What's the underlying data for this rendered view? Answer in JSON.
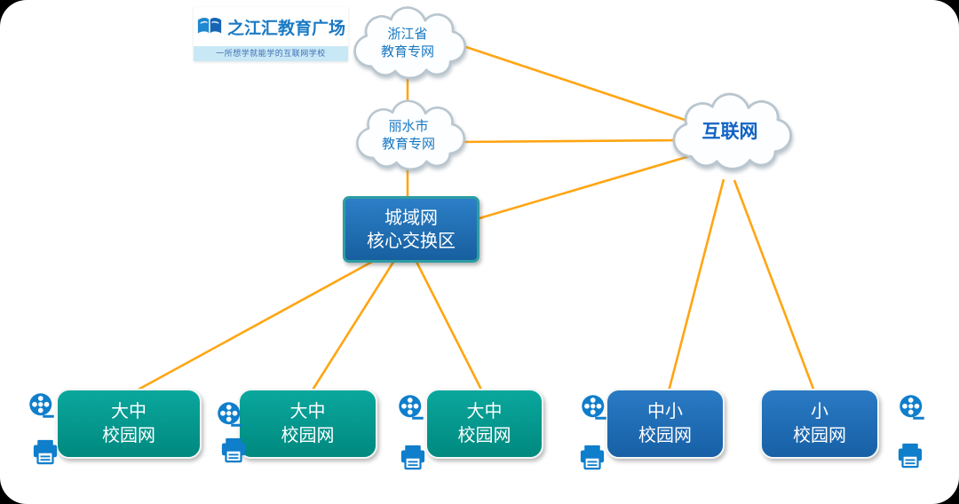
{
  "logo": {
    "title": "之江汇教育广场",
    "subtitle": "一所想学就能学的互联网学校"
  },
  "nodes": {
    "provincial": {
      "line1": "浙江省",
      "line2": "教育专网"
    },
    "city": {
      "line1": "丽水市",
      "line2": "教育专网"
    },
    "internet": {
      "label": "互联网"
    },
    "core": {
      "line1": "城域网",
      "line2": "核心交换区"
    }
  },
  "campuses": [
    {
      "line1": "大中",
      "line2": "校园网",
      "color": "teal"
    },
    {
      "line1": "大中",
      "line2": "校园网",
      "color": "teal"
    },
    {
      "line1": "大中",
      "line2": "校园网",
      "color": "teal"
    },
    {
      "line1": "中小",
      "line2": "校园网",
      "color": "blue"
    },
    {
      "line1": "小",
      "line2": "校园网",
      "color": "blue"
    }
  ],
  "icons": {
    "media": "film-reel-icon",
    "printer": "printer-icon"
  },
  "colors": {
    "link_line": "#FFA513",
    "teal_box": "#009A92",
    "blue_box": "#1E6EB8",
    "core_border": "#2E9DA3",
    "cloud_text": "#1778C2",
    "internet_text": "#1163C5",
    "device_icon": "#0F7ECB",
    "logo_blue": "#1B7AC4"
  }
}
